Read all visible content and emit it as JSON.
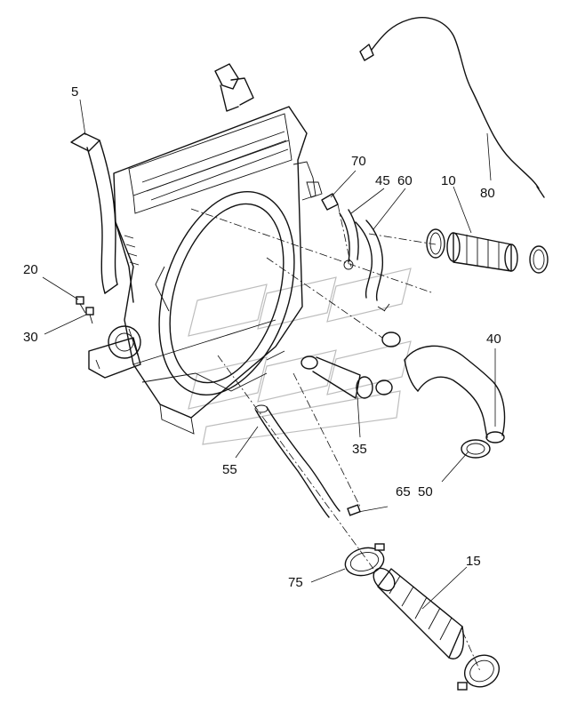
{
  "callouts": {
    "c5": "5",
    "c10": "10",
    "c15": "15",
    "c20": "20",
    "c30": "30",
    "c35": "35",
    "c40": "40",
    "c45": "45",
    "c50": "50",
    "c55": "55",
    "c60": "60",
    "c65": "65",
    "c70": "70",
    "c75": "75",
    "c80": "80"
  },
  "colors": {
    "ink": "#111111",
    "background": "#ffffff",
    "watermark": "#bdbdbd"
  }
}
